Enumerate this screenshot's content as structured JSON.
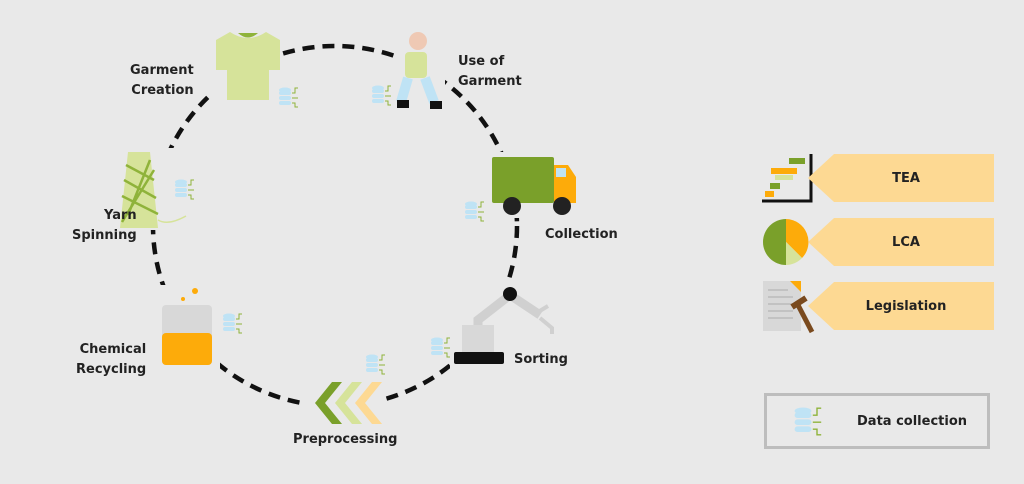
{
  "stages": [
    {
      "id": "garment-creation",
      "label_line1": "Garment",
      "label_line2": "Creation"
    },
    {
      "id": "use-of-garment",
      "label_line1": "Use of",
      "label_line2": "Garment"
    },
    {
      "id": "collection",
      "label": "Collection"
    },
    {
      "id": "sorting",
      "label": "Sorting"
    },
    {
      "id": "preprocessing",
      "label": "Preprocessing"
    },
    {
      "id": "chemical-recycling",
      "label_line1": "Chemical",
      "label_line2": "Recycling"
    },
    {
      "id": "yarn-spinning",
      "label_line1": "Yarn",
      "label_line2": "Spinning"
    }
  ],
  "assessments": [
    {
      "label": "TEA"
    },
    {
      "label": "LCA"
    },
    {
      "label": "Legislation"
    }
  ],
  "legend": {
    "label": "Data collection"
  },
  "colors": {
    "background": "#e9e9e9",
    "tag": "#fdd993",
    "green": "#7aa02a",
    "light_green": "#d6e39a",
    "orange": "#fdab0a",
    "db": "#bfe3f5"
  }
}
